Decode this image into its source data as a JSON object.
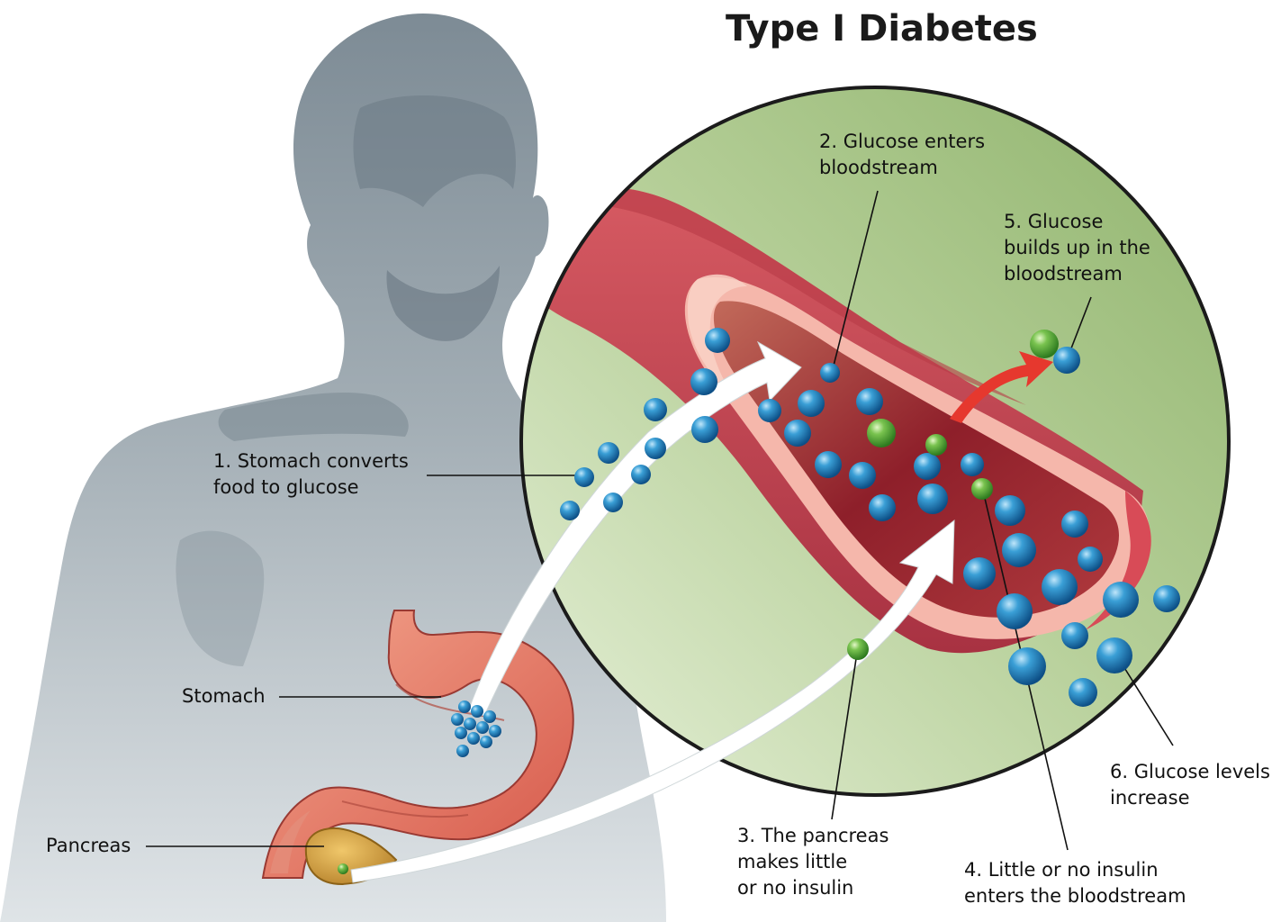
{
  "title": "Type I Diabetes",
  "colors": {
    "silhouette": "#9aa6ae",
    "magnifier_fill": "#a9c78a",
    "vessel_outer": "#c94550",
    "vessel_wall": "#f2a9a0",
    "vessel_inner": "#8e1f2a",
    "glucose": "#1f83bd",
    "insulin": "#5eb33e",
    "stomach": "#e2745f",
    "pancreas": "#cf9b3a",
    "arrow": "#ffffff",
    "highlight_arrow": "#e6382e"
  },
  "icons": {
    "glucose_particle": "blue-sphere",
    "insulin_particle": "green-sphere"
  },
  "labels": {
    "step1": {
      "line1": "1. Stomach converts",
      "line2": "food to glucose"
    },
    "step2": {
      "line1": "2. Glucose enters",
      "line2": "bloodstream"
    },
    "step3": {
      "line1": "3. The pancreas",
      "line2": "makes little",
      "line3": "or no insulin"
    },
    "step4": {
      "line1": "4. Little or no insulin",
      "line2": "enters the bloodstream"
    },
    "step5": {
      "line1": "5. Glucose",
      "line2": "builds up in the",
      "line3": "bloodstream"
    },
    "step6": {
      "line1": "6. Glucose levels",
      "line2": "increase"
    },
    "stomach": "Stomach",
    "pancreas": "Pancreas"
  }
}
